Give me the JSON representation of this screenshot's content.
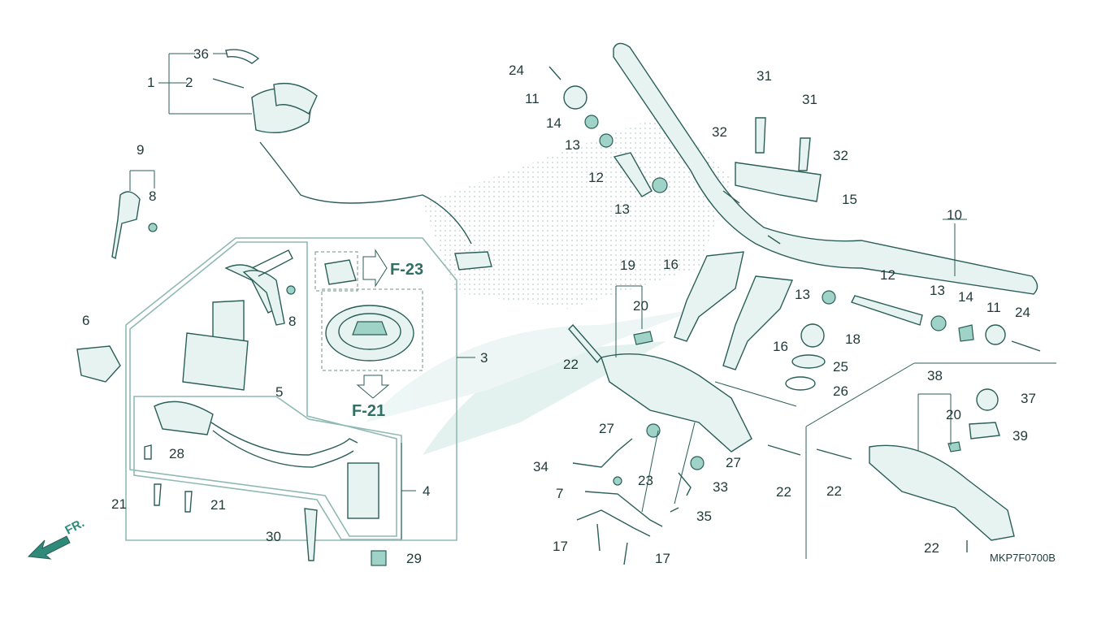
{
  "diagram": {
    "figure_code": "MKP7F0700B",
    "arrow_label": "FR.",
    "references": [
      "F-23",
      "F-21"
    ],
    "callouts": [
      "36",
      "2",
      "1",
      "9",
      "8",
      "8",
      "6",
      "3",
      "5",
      "4",
      "28",
      "21",
      "21",
      "30",
      "29",
      "24",
      "11",
      "14",
      "13",
      "12",
      "13",
      "31",
      "31",
      "32",
      "32",
      "15",
      "10",
      "16",
      "16",
      "19",
      "20",
      "22",
      "18",
      "25",
      "26",
      "13",
      "12",
      "13",
      "14",
      "11",
      "24",
      "38",
      "37",
      "20",
      "39",
      "22",
      "22",
      "22",
      "27",
      "27",
      "34",
      "23",
      "7",
      "33",
      "35",
      "17",
      "17"
    ]
  }
}
